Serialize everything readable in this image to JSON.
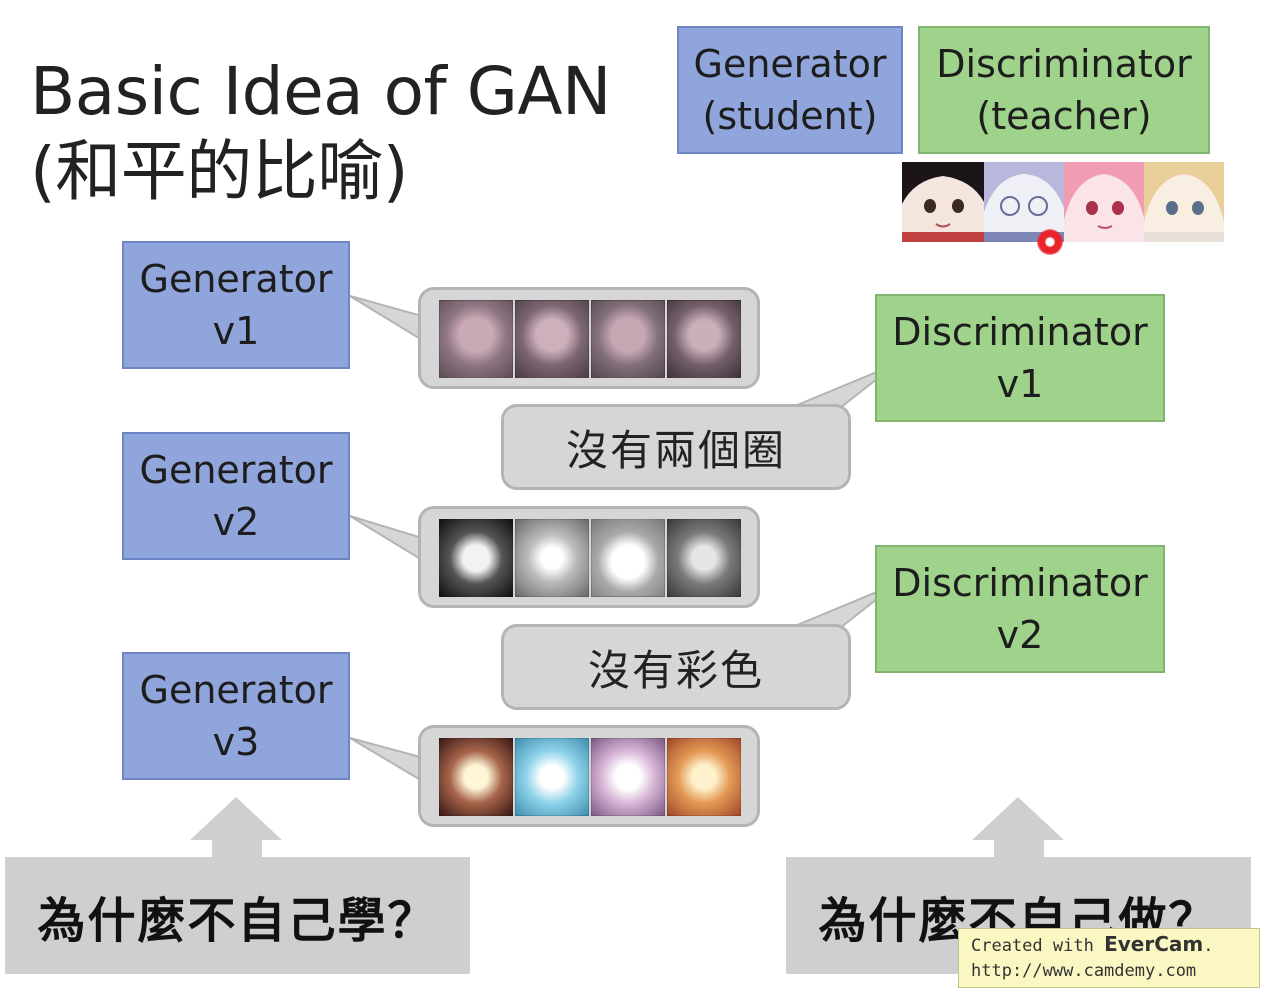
{
  "title": {
    "line1": "Basic Idea of GAN",
    "line2": "(和平的比喻)"
  },
  "legend": {
    "generator": {
      "line1": "Generator",
      "line2": "(student)"
    },
    "discriminator": {
      "line1": "Discriminator",
      "line2": "(teacher)"
    }
  },
  "generators": [
    {
      "line1": "Generator",
      "line2": "v1"
    },
    {
      "line1": "Generator",
      "line2": "v2"
    },
    {
      "line1": "Generator",
      "line2": "v3"
    }
  ],
  "discriminators": [
    {
      "line1": "Discriminator",
      "line2": "v1",
      "feedback": "沒有兩個圈"
    },
    {
      "line1": "Discriminator",
      "line2": "v2",
      "feedback": "沒有彩色"
    }
  ],
  "questions": {
    "left": "為什麼不自己學？",
    "right": "為什麼不自己做？"
  },
  "watermark": {
    "prefix": "Created with ",
    "brand": "EverCam",
    "suffix": ".",
    "url": "http://www.camdemy.com"
  },
  "colors": {
    "generator_fill": "#8fa5dc",
    "discriminator_fill": "#9fd28a",
    "bubble_fill": "#d6d6d6",
    "question_fill": "#cfcfcf",
    "pointer_dot": "#e8232a"
  }
}
